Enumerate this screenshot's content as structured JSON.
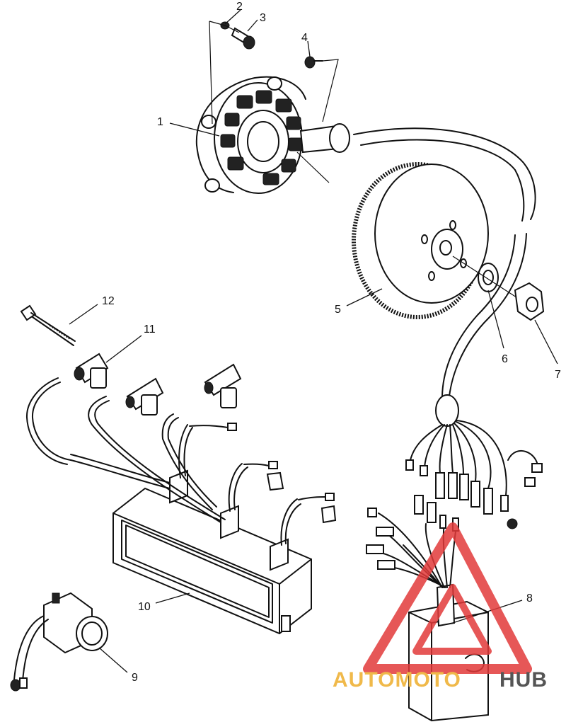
{
  "callouts": [
    "1",
    "2",
    "3",
    "4",
    "5",
    "6",
    "7",
    "8",
    "9",
    "10",
    "11",
    "12"
  ],
  "watermark": {
    "text_a": "AUTOMOTO",
    "text_b": "HUB",
    "color_a": "#f0b94a",
    "color_b": "#555555",
    "triangle_color": "#e23a3a"
  }
}
